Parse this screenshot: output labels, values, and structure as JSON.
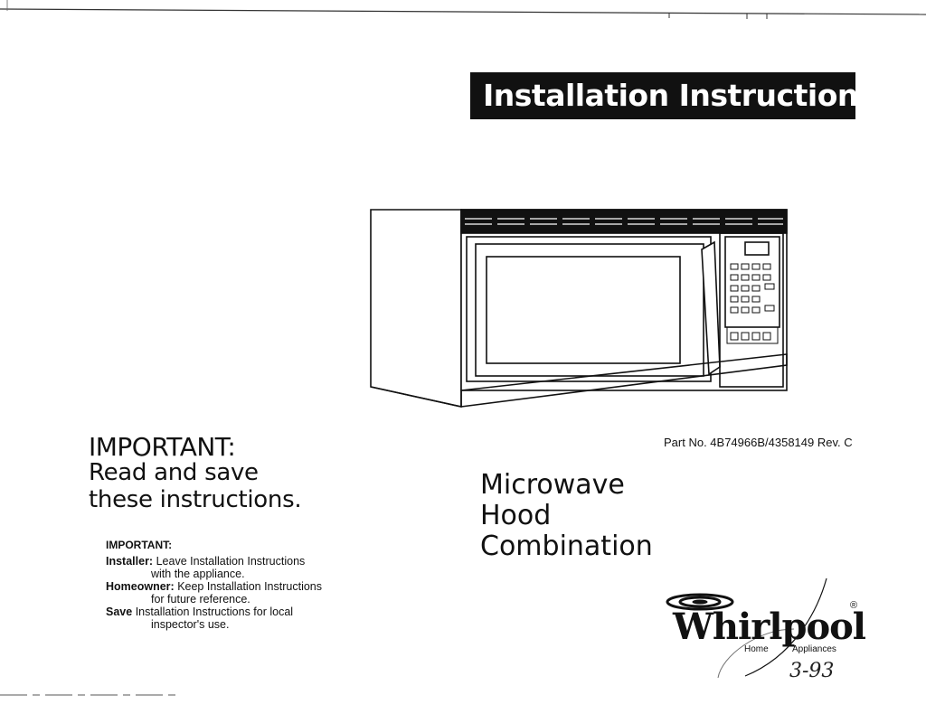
{
  "banner": {
    "title": "Installation Instructions"
  },
  "important": {
    "heading": "IMPORTANT:",
    "read_save_line1": "Read and save",
    "read_save_line2": "these instructions."
  },
  "notice": {
    "heading": "IMPORTANT:",
    "installer_label": "Installer:",
    "installer_text1": "Leave Installation Instructions",
    "installer_text2": "with the appliance.",
    "homeowner_label": "Homeowner:",
    "homeowner_text1": "Keep Installation Instructions",
    "homeowner_text2": "for future reference.",
    "save_label": "Save",
    "save_text1": "Installation Instructions for local",
    "save_text2": "inspector's use."
  },
  "part_number": "Part No. 4B74966B/4358149 Rev. C",
  "product": {
    "line1": "Microwave",
    "line2": "Hood",
    "line3": "Combination"
  },
  "brand": {
    "name": "Whirlpool",
    "registered": "®",
    "sub_home": "Home",
    "sub_appliances": "Appliances",
    "handwritten_date": "3-93"
  },
  "icons": {
    "illustration": "microwave-hood-illustration",
    "logo_swirl": "whirlpool-swirl-icon"
  }
}
